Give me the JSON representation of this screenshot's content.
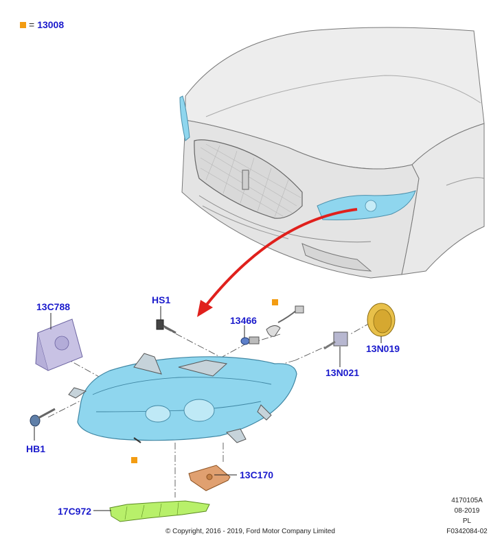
{
  "legend": {
    "code": "13008",
    "equals": "=",
    "marker_color": "#f39c12"
  },
  "callouts": {
    "c13C788": "13C788",
    "hs1": "HS1",
    "c13466": "13466",
    "c13N019": "13N019",
    "c13N021": "13N021",
    "hb1": "HB1",
    "c13C170": "13C170",
    "c17C972": "17C972"
  },
  "meta": {
    "ref_number": "4170105A",
    "date": "08-2019",
    "code": "PL",
    "figure_id": "F0342084-02"
  },
  "copyright": "© Copyright, 2016 - 2019, Ford Motor Company Limited",
  "colors": {
    "callout_text": "#1a1acc",
    "marker": "#f39c12",
    "arrow": "#e0201c",
    "headlamp_lens": "#8fd6ee",
    "car_body": "#e8e8e8"
  }
}
